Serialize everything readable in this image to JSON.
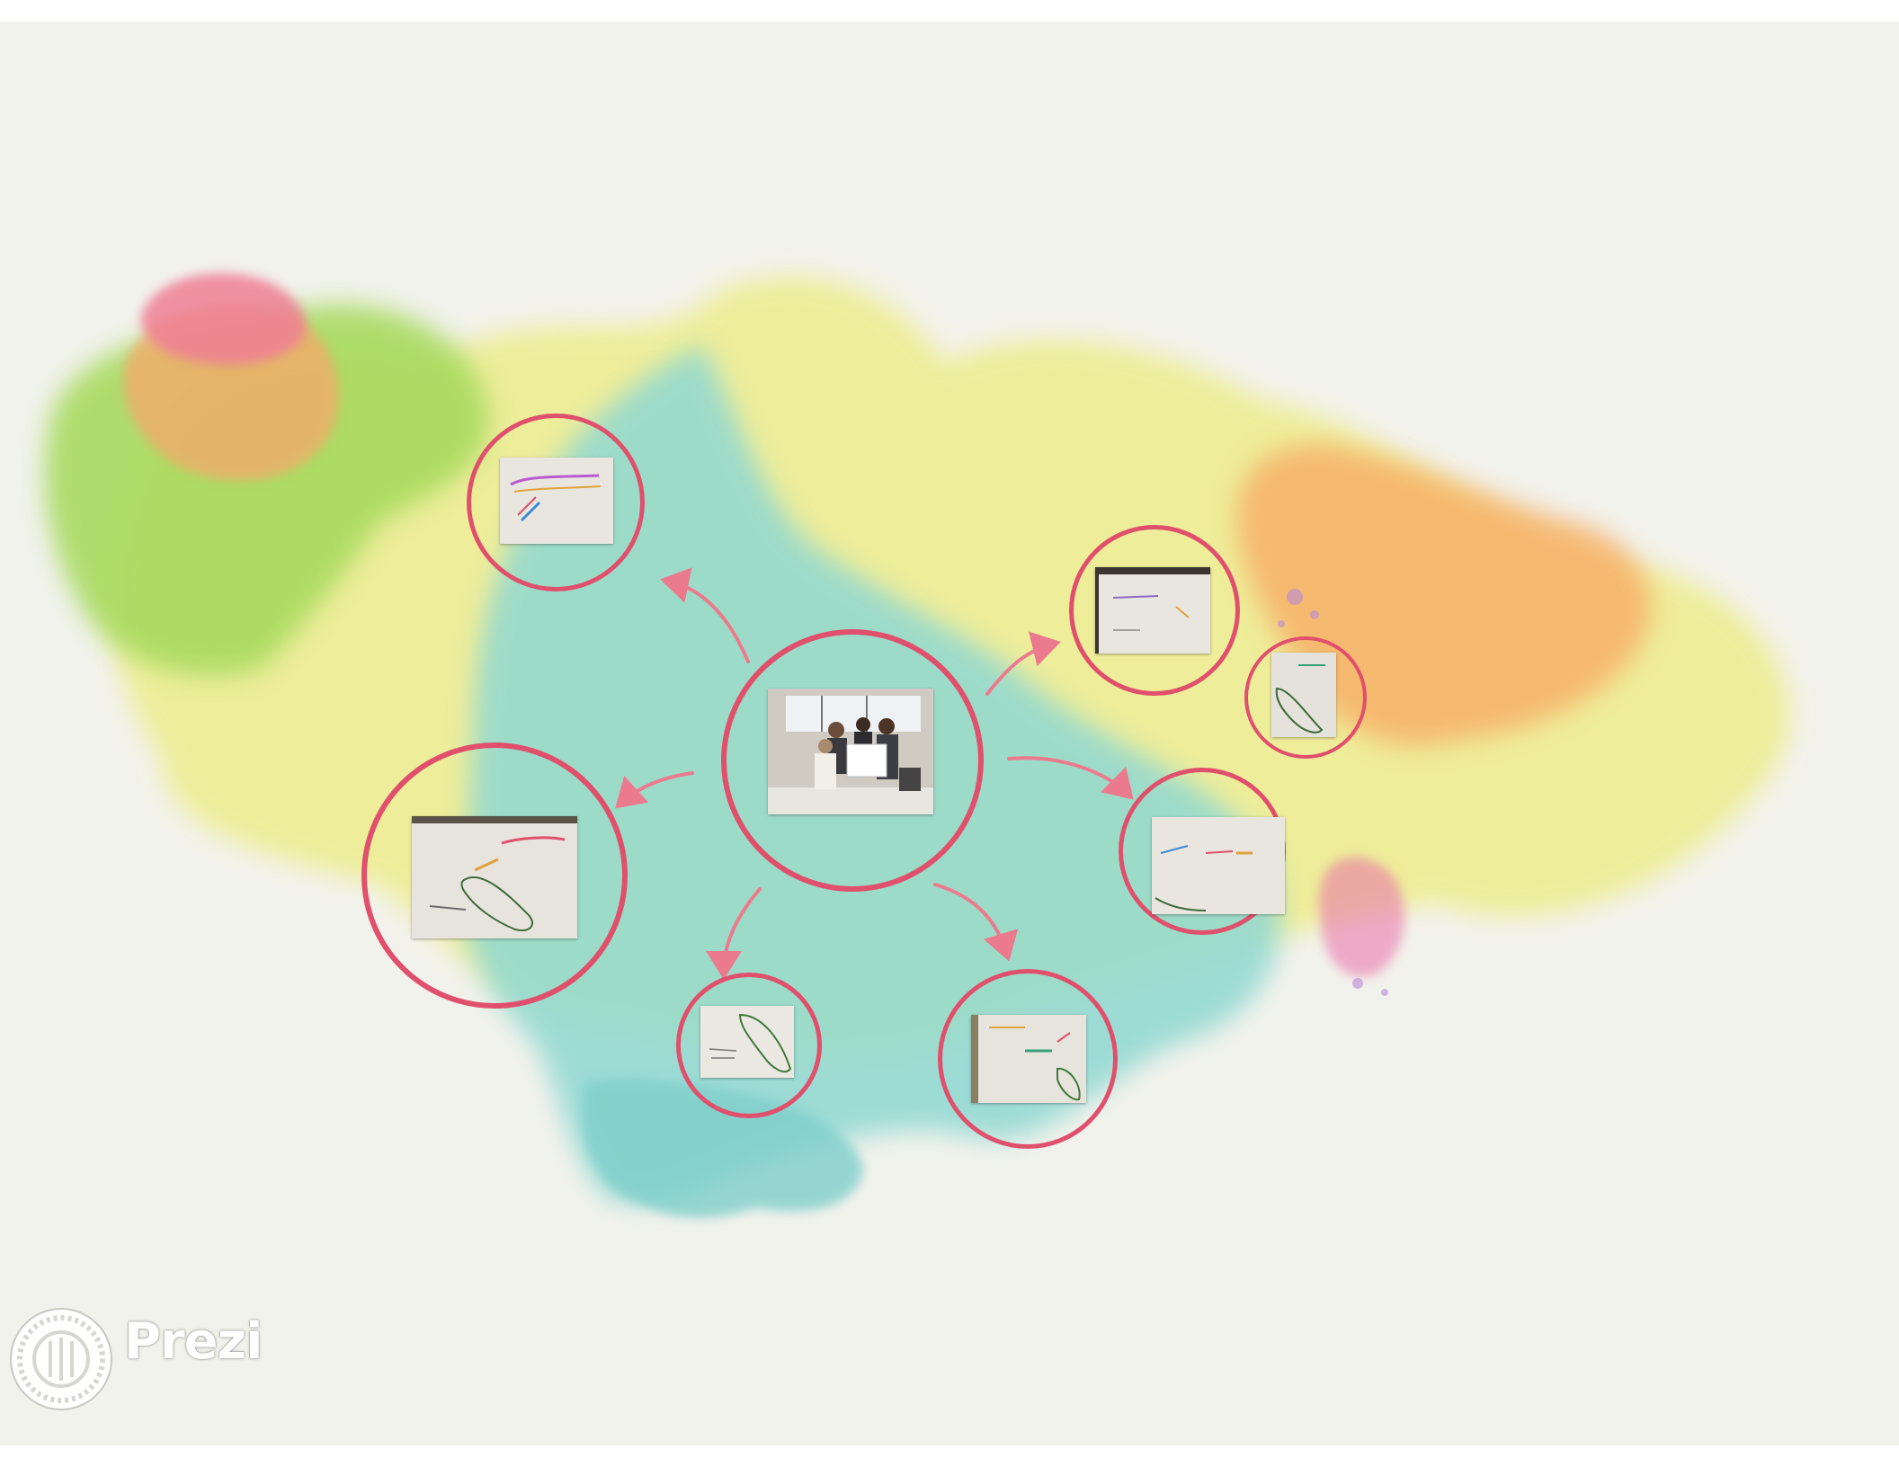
{
  "app": {
    "logo_text": "Prezi"
  },
  "colors": {
    "background": "#f2f2ec",
    "ring": "#e0506c",
    "arrow": "#ec7a8e",
    "splash_yellow": "#eeed8c",
    "splash_teal": "#8fd8d2",
    "splash_green": "#a7da5e",
    "splash_orange": "#f7b068",
    "splash_pink": "#ef7f95"
  },
  "canvas": {
    "center_topic": {
      "image": "group-photo"
    },
    "topics": [
      {
        "id": "topic-upper-left",
        "image": "handwritten-poster"
      },
      {
        "id": "topic-left",
        "image": "zucchini-drawing-large"
      },
      {
        "id": "topic-bottom-left",
        "image": "zucchini-notes"
      },
      {
        "id": "topic-bottom-right",
        "image": "zucchini-poster"
      },
      {
        "id": "topic-right",
        "image": "arrows-poster"
      },
      {
        "id": "topic-upper-right",
        "image": "framed-notes"
      },
      {
        "id": "topic-far-right",
        "image": "zucchini-small"
      }
    ]
  }
}
